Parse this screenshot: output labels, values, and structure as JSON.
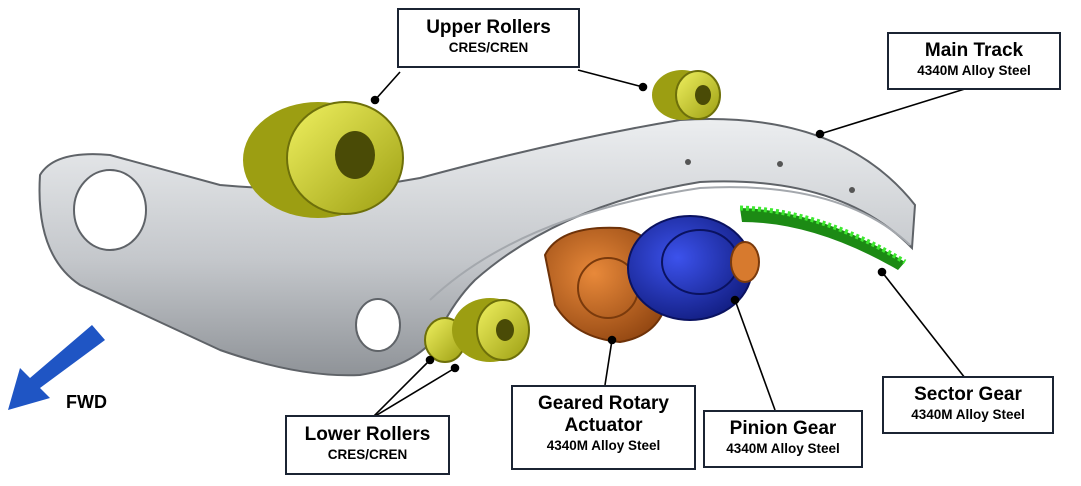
{
  "labels": {
    "upper_rollers": {
      "title": "Upper Rollers",
      "material": "CRES/CREN"
    },
    "main_track": {
      "title": "Main Track",
      "material": "4340M Alloy Steel"
    },
    "lower_rollers": {
      "title": "Lower Rollers",
      "material": "CRES/CREN"
    },
    "geared_rotary_actuator": {
      "title_line1": "Geared Rotary",
      "title_line2": "Actuator",
      "material": "4340M Alloy Steel"
    },
    "pinion_gear": {
      "title": "Pinion Gear",
      "material": "4340M Alloy Steel"
    },
    "sector_gear": {
      "title": "Sector Gear",
      "material": "4340M Alloy Steel"
    }
  },
  "direction": {
    "label": "FWD"
  },
  "colors": {
    "track": "#c9ccd0",
    "roller": "#d6d832",
    "actuator_body": "#c8651a",
    "pinion": "#1f2fc4",
    "sector_gear": "#28c81e",
    "arrow": "#1f55c4",
    "callout_border": "#1b2433"
  }
}
